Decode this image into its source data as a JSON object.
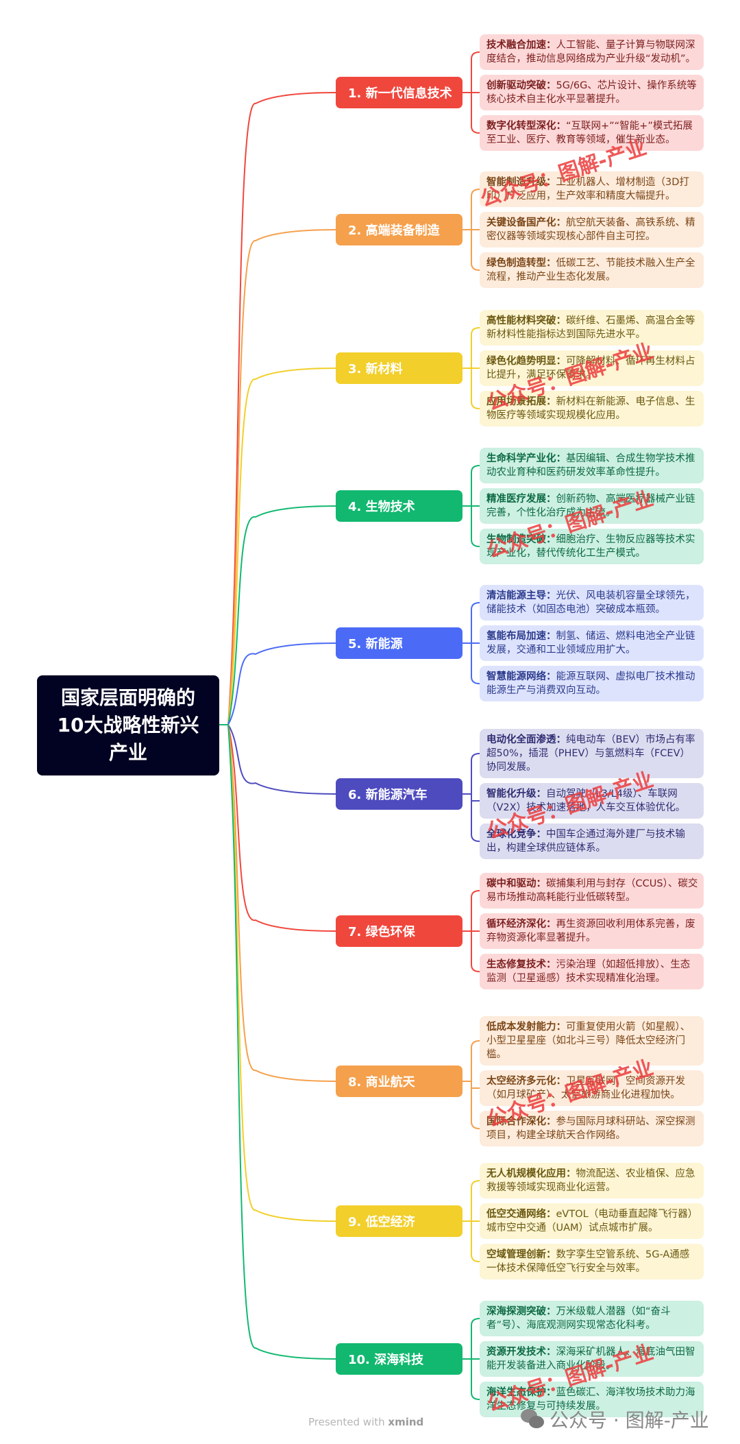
{
  "root": "国家层面明确的10大战略性新兴产业",
  "colors": [
    "#f0473d",
    "#f5a04c",
    "#f2cf2a",
    "#12b870",
    "#4b6bf6",
    "#4e4bbf",
    "#f0473d",
    "#f5a04c",
    "#f2cf2a",
    "#12b870"
  ],
  "box_bg": [
    "#fdd8d8",
    "#fdebdb",
    "#fdf5d3",
    "#ccf0e2",
    "#dde3fd",
    "#dcdcf0",
    "#fdd8d8",
    "#fdebdb",
    "#fdf5d3",
    "#ccf0e2"
  ],
  "box_fg": [
    "#7b1f1f",
    "#7a4617",
    "#6a5810",
    "#0c6a44",
    "#2b3a8c",
    "#2f2d72",
    "#7b1f1f",
    "#7a4617",
    "#6a5810",
    "#0c6a44"
  ],
  "categories": [
    {
      "label": "1. 新一代信息技术",
      "items": [
        {
          "t": "技术融合加速：",
          "d": "人工智能、量子计算与物联网深度结合，推动信息网络成为产业升级“发动机”。"
        },
        {
          "t": "创新驱动突破：",
          "d": "5G/6G、芯片设计、操作系统等核心技术自主化水平显著提升。"
        },
        {
          "t": "数字化转型深化：",
          "d": "“互联网+”“智能+”模式拓展至工业、医疗、教育等领域，催生新业态。"
        }
      ]
    },
    {
      "label": "2. 高端装备制造",
      "items": [
        {
          "t": "智能制造升级：",
          "d": "工业机器人、增材制造（3D打印）广泛应用，生产效率和精度大幅提升。"
        },
        {
          "t": "关键设备国产化：",
          "d": "航空航天装备、高铁系统、精密仪器等领域实现核心部件自主可控。"
        },
        {
          "t": "绿色制造转型：",
          "d": "低碳工艺、节能技术融入生产全流程，推动产业生态化发展。"
        }
      ]
    },
    {
      "label": "3. 新材料",
      "items": [
        {
          "t": "高性能材料突破：",
          "d": "碳纤维、石墨烯、高温合金等新材料性能指标达到国际先进水平。"
        },
        {
          "t": "绿色化趋势明显：",
          "d": "可降解材料、循环再生材料占比提升，满足环保需求。"
        },
        {
          "t": "应用场景拓展：",
          "d": "新材料在新能源、电子信息、生物医疗等领域实现规模化应用。"
        }
      ]
    },
    {
      "label": "4. 生物技术",
      "items": [
        {
          "t": "生命科学产业化：",
          "d": "基因编辑、合成生物学技术推动农业育种和医药研发效率革命性提升。"
        },
        {
          "t": "精准医疗发展：",
          "d": "创新药物、高端医疗器械产业链完善，个性化治疗成为主流。"
        },
        {
          "t": "生物制造突破：",
          "d": "细胞治疗、生物反应器等技术实现产业化，替代传统化工生产模式。"
        }
      ]
    },
    {
      "label": "5. 新能源",
      "items": [
        {
          "t": "清洁能源主导：",
          "d": "光伏、风电装机容量全球领先，储能技术（如固态电池）突破成本瓶颈。"
        },
        {
          "t": "氢能布局加速：",
          "d": "制氢、储运、燃料电池全产业链发展，交通和工业领域应用扩大。"
        },
        {
          "t": "智慧能源网络：",
          "d": "能源互联网、虚拟电厂技术推动能源生产与消费双向互动。"
        }
      ]
    },
    {
      "label": "6. 新能源汽车",
      "items": [
        {
          "t": "电动化全面渗透：",
          "d": "纯电动车（BEV）市场占有率超50%，插混（PHEV）与氢燃料车（FCEV）协同发展。"
        },
        {
          "t": "智能化升级：",
          "d": "自动驾驶（L3/L4级）、车联网（V2X）技术加速落地，人车交互体验优化。"
        },
        {
          "t": "全球化竞争：",
          "d": "中国车企通过海外建厂与技术输出，构建全球供应链体系。"
        }
      ]
    },
    {
      "label": "7. 绿色环保",
      "items": [
        {
          "t": "碳中和驱动：",
          "d": "碳捕集利用与封存（CCUS）、碳交易市场推动高耗能行业低碳转型。"
        },
        {
          "t": "循环经济深化：",
          "d": "再生资源回收利用体系完善，废弃物资源化率显著提升。"
        },
        {
          "t": "生态修复技术：",
          "d": "污染治理（如超低排放）、生态监测（卫星遥感）技术实现精准化治理。"
        }
      ]
    },
    {
      "label": "8. 商业航天",
      "items": [
        {
          "t": "低成本发射能力：",
          "d": "可重复使用火箭（如星舰）、小型卫星星座（如北斗三号）降低太空经济门槛。"
        },
        {
          "t": "太空经济多元化：",
          "d": "卫星互联网、空间资源开发（如月球矿产）、太空旅游商业化进程加快。"
        },
        {
          "t": "国际合作深化：",
          "d": "参与国际月球科研站、深空探测项目，构建全球航天合作网络。"
        }
      ]
    },
    {
      "label": "9. 低空经济",
      "items": [
        {
          "t": "无人机规模化应用：",
          "d": "物流配送、农业植保、应急救援等领域实现商业化运营。"
        },
        {
          "t": "低空交通网络：",
          "d": "eVTOL（电动垂直起降飞行器）城市空中交通（UAM）试点城市扩展。"
        },
        {
          "t": "空域管理创新：",
          "d": "数字孪生空管系统、5G-A通感一体技术保障低空飞行安全与效率。"
        }
      ]
    },
    {
      "label": "10. 深海科技",
      "items": [
        {
          "t": "深海探测突破：",
          "d": "万米级载人潜器（如“奋斗者”号）、海底观测网实现常态化科考。"
        },
        {
          "t": "资源开发技术：",
          "d": "深海采矿机器人、海底油气田智能开发装备进入商业化阶段。"
        },
        {
          "t": "海洋生态保护：",
          "d": "蓝色碳汇、海洋牧场技术助力海洋生态修复与可持续发展。"
        }
      ]
    }
  ],
  "watermark": "公众号：图解-产业",
  "footer": {
    "presented": "Presented with ",
    "brand": "xmind",
    "account": "公众号 · 图解-产业"
  }
}
